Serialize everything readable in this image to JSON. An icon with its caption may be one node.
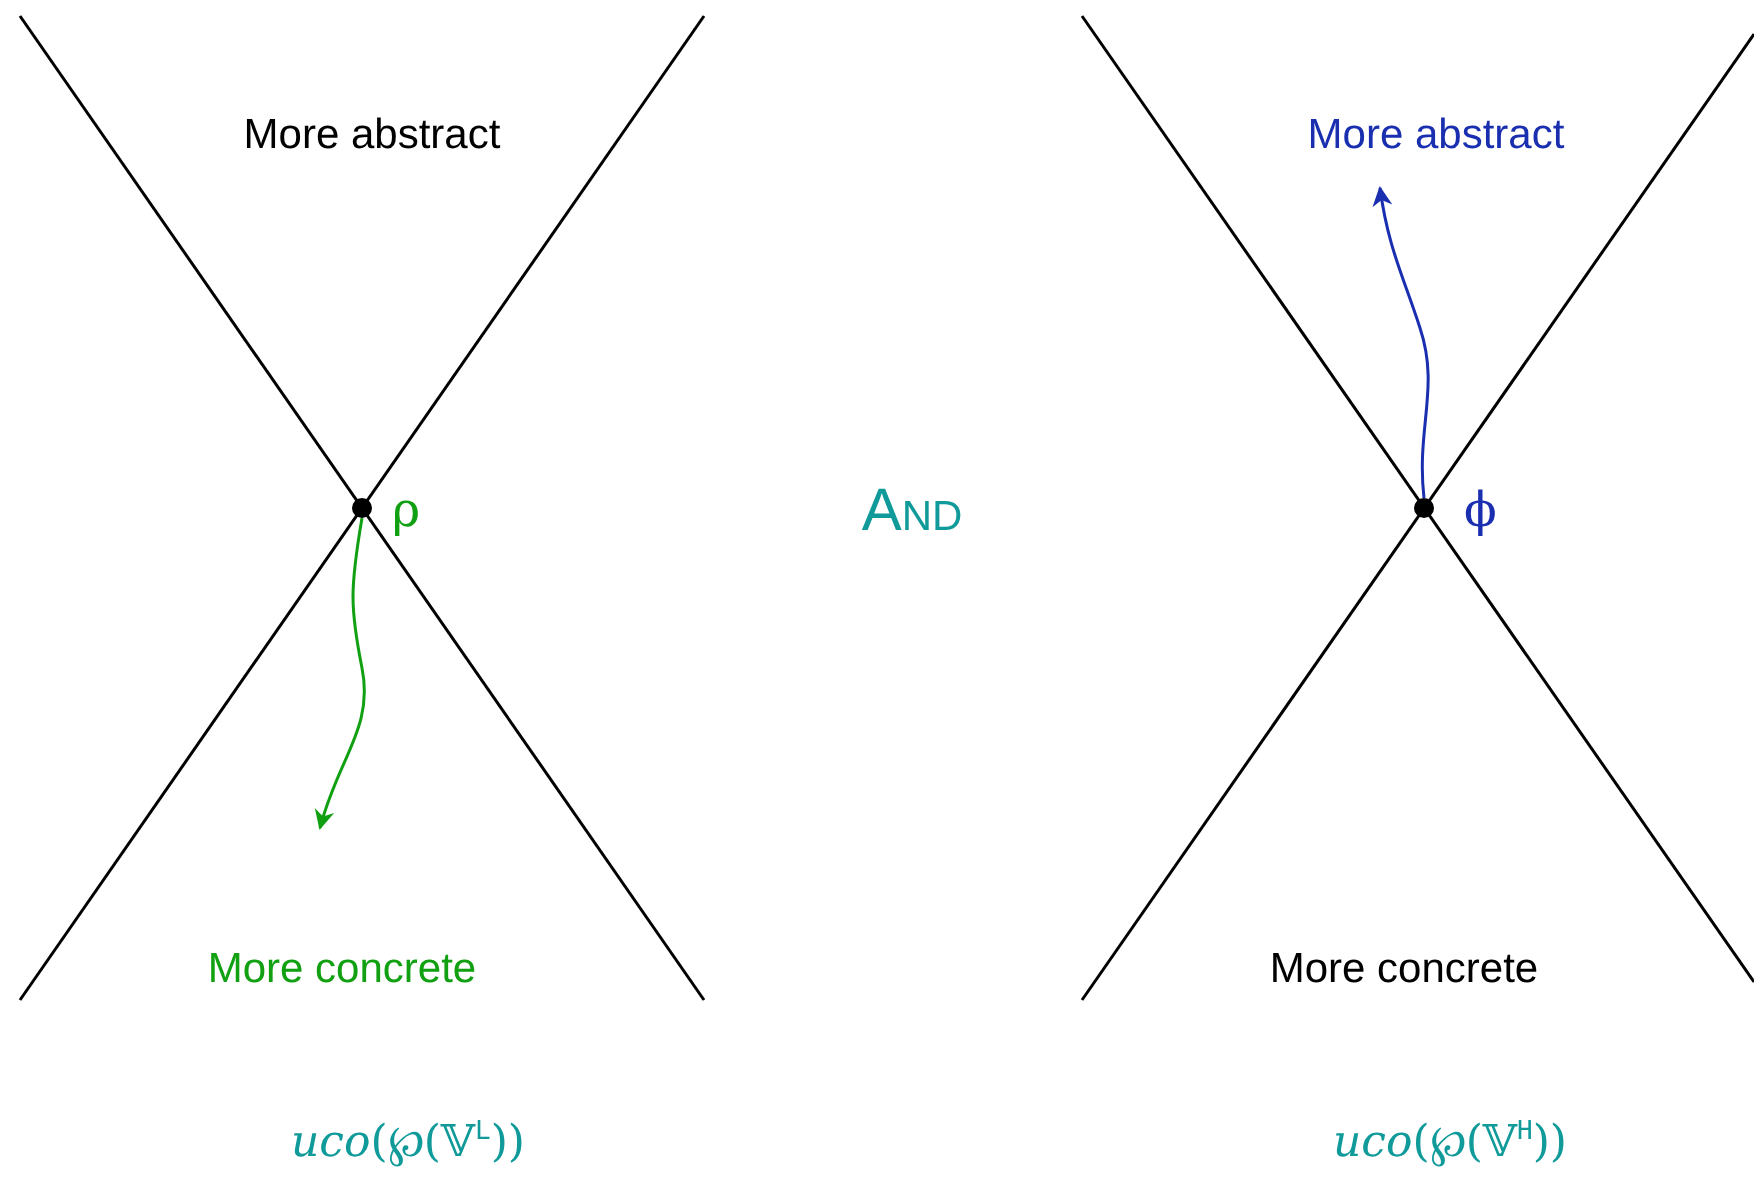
{
  "diagram": {
    "nodes": [
      {
        "text": [],
        "shape": "circle",
        "beside": [
          "ρ"
        ]
      },
      {
        "text": [],
        "shape": "circle",
        "beside": [
          "ϕ"
        ]
      }
    ],
    "edges": [
      {
        "from": 0,
        "to": null,
        "arrow": "to",
        "color": "#11a011"
      },
      {
        "from": 1,
        "to": null,
        "arrow": "to",
        "color": "#1a2fb0"
      }
    ],
    "labels": [
      "More abstract",
      "More abstract",
      "And",
      "More concrete",
      "More concrete",
      "*uco*(℘(𝕍$^{L}$))",
      "*uco*(℘(𝕍$^{H}$))"
    ]
  }
}
